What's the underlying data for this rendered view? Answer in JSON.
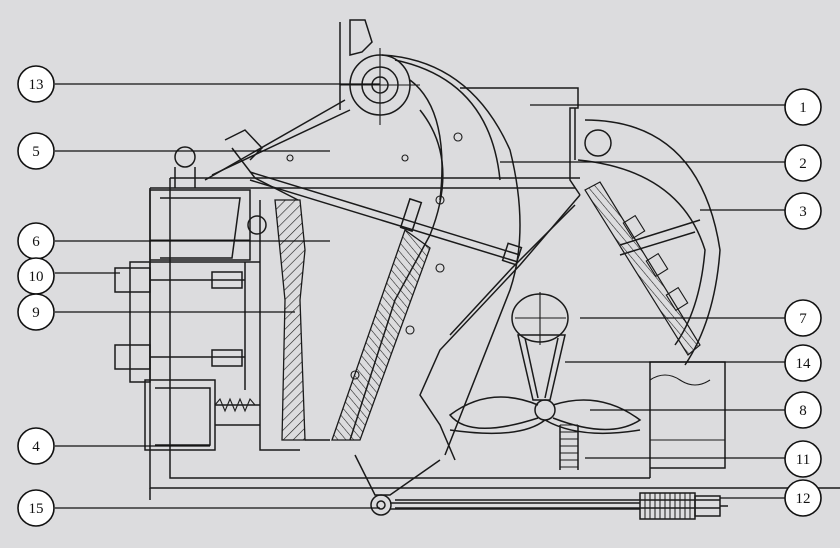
{
  "labels": {
    "n1": "1",
    "n2": "2",
    "n3": "3",
    "n4": "4",
    "n5": "5",
    "n6": "6",
    "n7": "7",
    "n8": "8",
    "n9": "9",
    "n10": "10",
    "n11": "11",
    "n12": "12",
    "n13": "13",
    "n14": "14",
    "n15": "15"
  },
  "colors": {
    "background": "#dcdcde",
    "line": "#1a1a1a",
    "callout_fill": "#ffffff"
  }
}
